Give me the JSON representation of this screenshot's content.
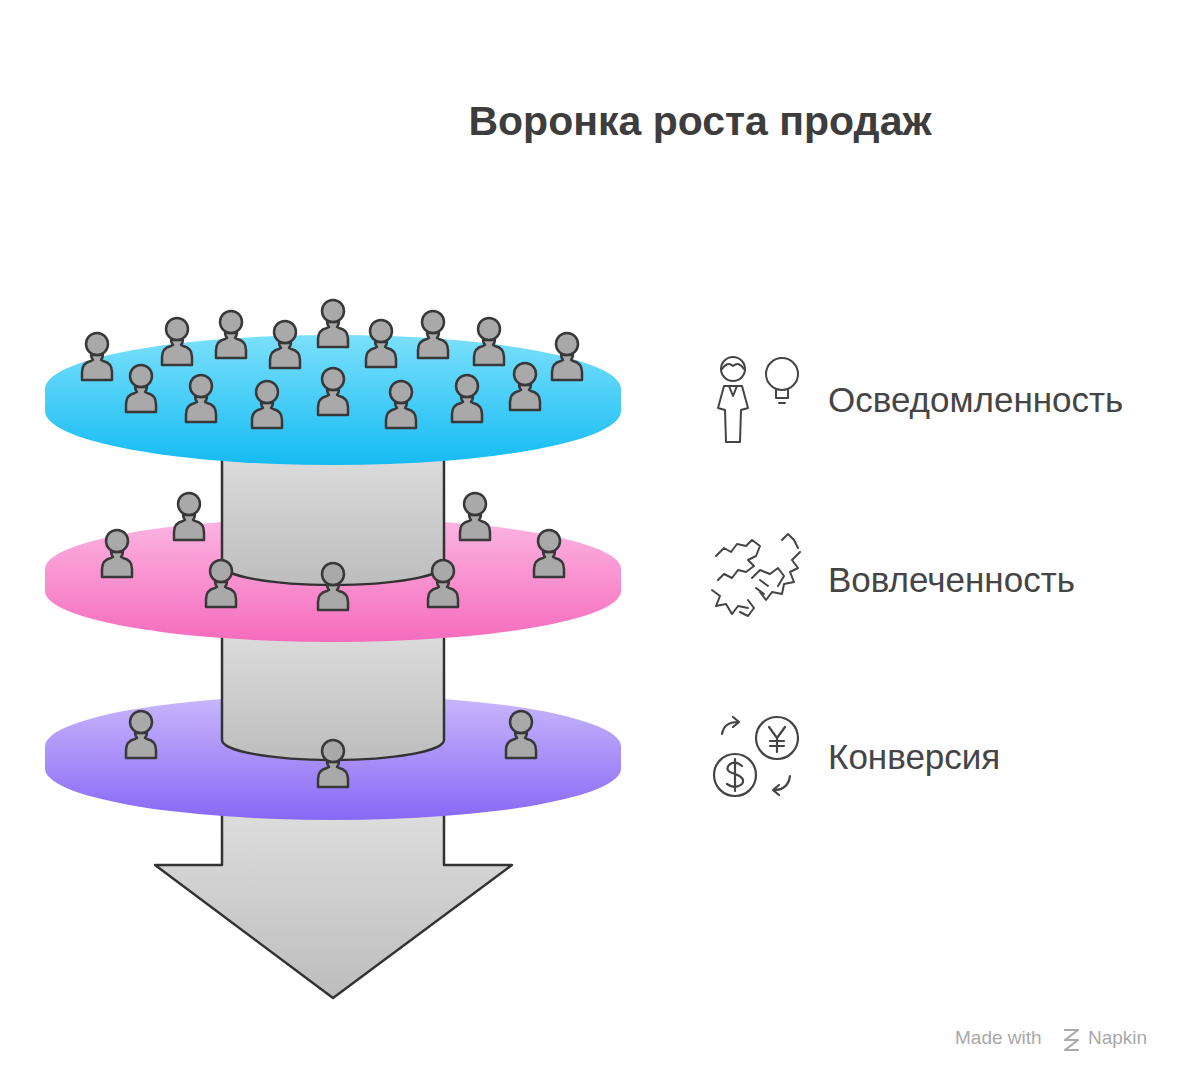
{
  "diagram": {
    "title": "Воронка роста продаж",
    "nodes": [
      {
        "text": [
          "Осведомленность"
        ]
      },
      {
        "text": [
          "Вовлеченность"
        ]
      },
      {
        "text": [
          "Конверсия"
        ]
      }
    ],
    "labels": [
      "Made with",
      "Napkin"
    ]
  }
}
